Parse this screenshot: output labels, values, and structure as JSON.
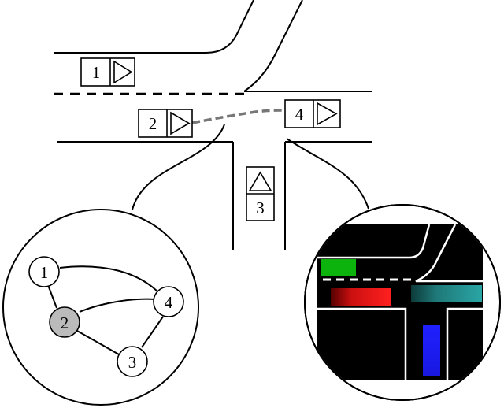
{
  "vehicles": [
    {
      "id": "1",
      "label": "1",
      "heading": "right"
    },
    {
      "id": "2",
      "label": "2",
      "heading": "right"
    },
    {
      "id": "3",
      "label": "3",
      "heading": "up"
    },
    {
      "id": "4",
      "label": "4",
      "heading": "right"
    }
  ],
  "graph": {
    "nodes": [
      {
        "id": "1",
        "label": "1",
        "highlighted": false
      },
      {
        "id": "2",
        "label": "2",
        "highlighted": true
      },
      {
        "id": "3",
        "label": "3",
        "highlighted": false
      },
      {
        "id": "4",
        "label": "4",
        "highlighted": false
      }
    ],
    "edges": [
      [
        "1",
        "2"
      ],
      [
        "1",
        "4"
      ],
      [
        "2",
        "4"
      ],
      [
        "2",
        "3"
      ],
      [
        "3",
        "4"
      ]
    ]
  },
  "colors": {
    "line": "#000000",
    "background": "#ffffff",
    "trajectory": "#777777",
    "highlighted_node": "#bbbbbb",
    "raster_background": "#000000",
    "raster_green": "#0cb30c",
    "raster_red": "#ff2020",
    "raster_teal": "#2aa5a5",
    "raster_blue": "#2020ff"
  }
}
